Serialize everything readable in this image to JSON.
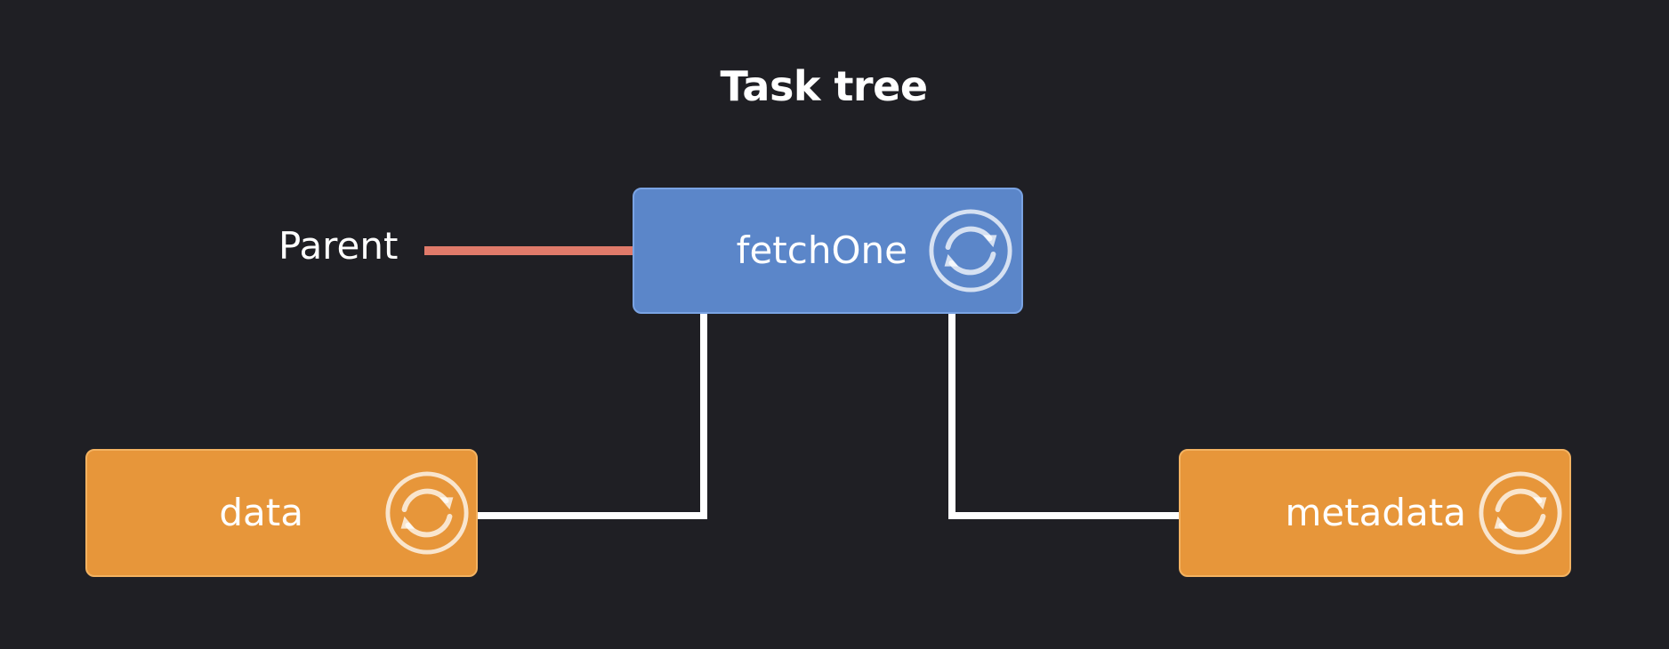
{
  "title": "Task tree",
  "parent_label": "Parent",
  "nodes": {
    "root": {
      "label": "fetchOne",
      "icon": "sync-icon",
      "color": "#5b86c9"
    },
    "left": {
      "label": "data",
      "icon": "sync-icon",
      "color": "#e7963a"
    },
    "right": {
      "label": "metadata",
      "icon": "sync-icon",
      "color": "#e7963a"
    }
  },
  "edges": [
    {
      "from": "root",
      "to": "left"
    },
    {
      "from": "root",
      "to": "right"
    }
  ],
  "colors": {
    "background": "#1f1f24",
    "connector": "#ffffff",
    "parent_pointer": "#e07a6a"
  }
}
